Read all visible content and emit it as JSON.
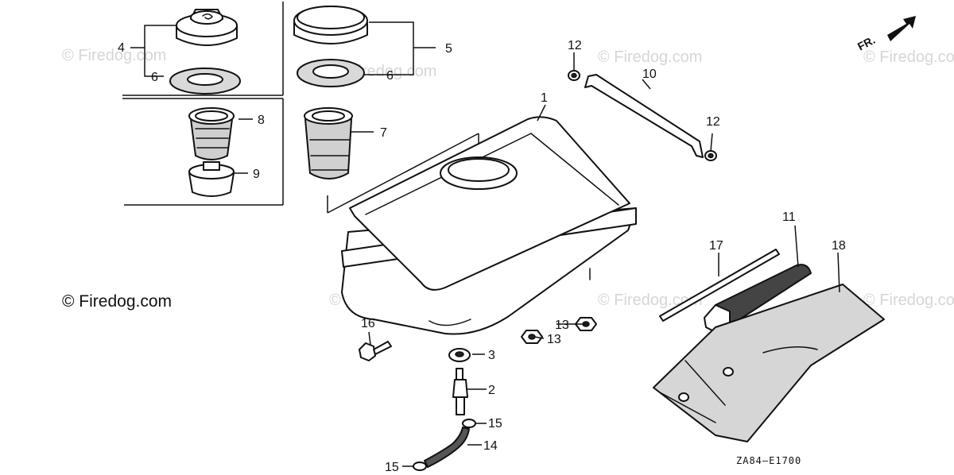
{
  "watermark": "© Firedog.com",
  "copyright": "© Firedog.com",
  "direction_label": "FR.",
  "figure_code": "ZA84–E1700",
  "callouts": {
    "c1": "1",
    "c2": "2",
    "c3": "3",
    "c4": "4",
    "c5": "5",
    "c6a": "6",
    "c6b": "6",
    "c7": "7",
    "c8": "8",
    "c9": "9",
    "c10": "10",
    "c11": "11",
    "c12a": "12",
    "c12b": "12",
    "c13a": "13",
    "c13b": "13",
    "c14": "14",
    "c15a": "15",
    "c15b": "15",
    "c16": "16",
    "c17": "17",
    "c18": "18"
  },
  "icons": {
    "direction": "arrow-icon"
  }
}
